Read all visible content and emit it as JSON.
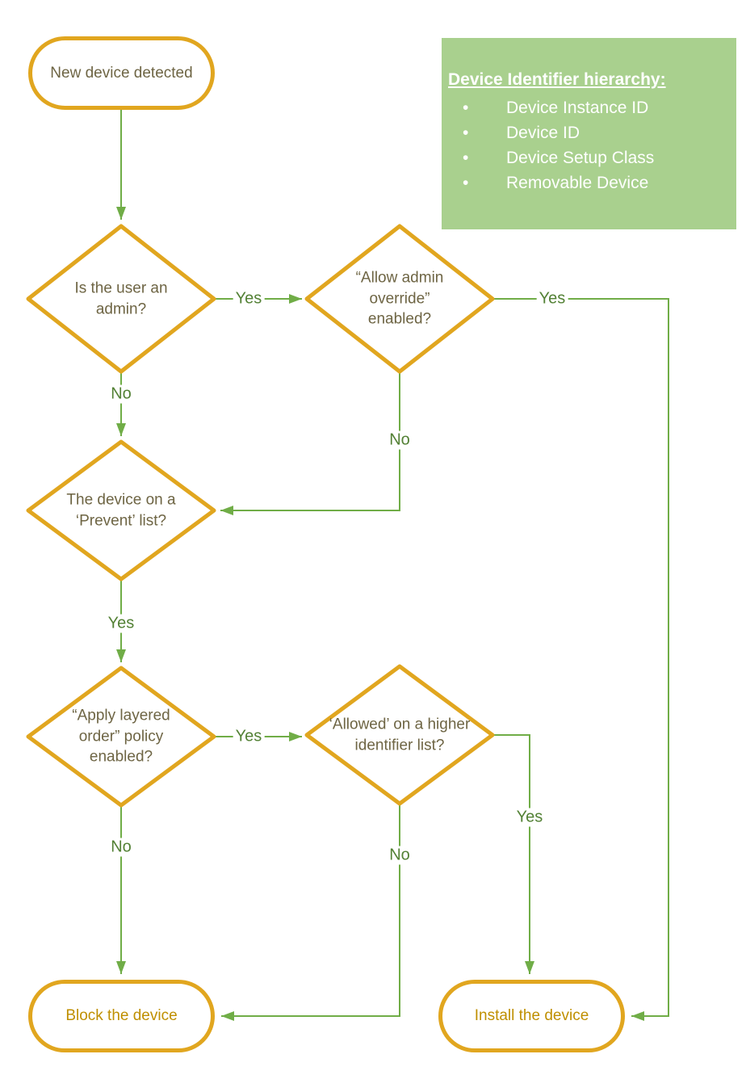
{
  "palette": {
    "shape_border": "#E1A61F",
    "connector_green": "#70AD47",
    "edge_label_green": "#538135",
    "node_text": "#6E6544",
    "terminal_text": "#BF8F00",
    "info_box_bg": "#A9D08E",
    "info_box_text": "#FFFFFF"
  },
  "nodes": {
    "start": "New device detected",
    "admin_check": "Is the user an admin?",
    "admin_override": "“Allow admin override” enabled?",
    "prevent_list": "The device on a ‘Prevent’ list?",
    "layered_order": "“Apply layered order” policy enabled?",
    "higher_identifier": "‘Allowed’ on a higher identifier list?",
    "block": "Block the device",
    "install": "Install the device"
  },
  "edges": {
    "d1_yes": "Yes",
    "d2_yes": "Yes",
    "d1_no": "No",
    "d2_no": "No",
    "d3_yes": "Yes",
    "d4_yes": "Yes",
    "d5_yes": "Yes",
    "d4_no": "No",
    "d5_no": "No"
  },
  "info_box": {
    "title": "Device Identifier hierarchy:",
    "items": [
      "Device Instance ID",
      "Device ID",
      "Device Setup Class",
      "Removable Device"
    ]
  }
}
